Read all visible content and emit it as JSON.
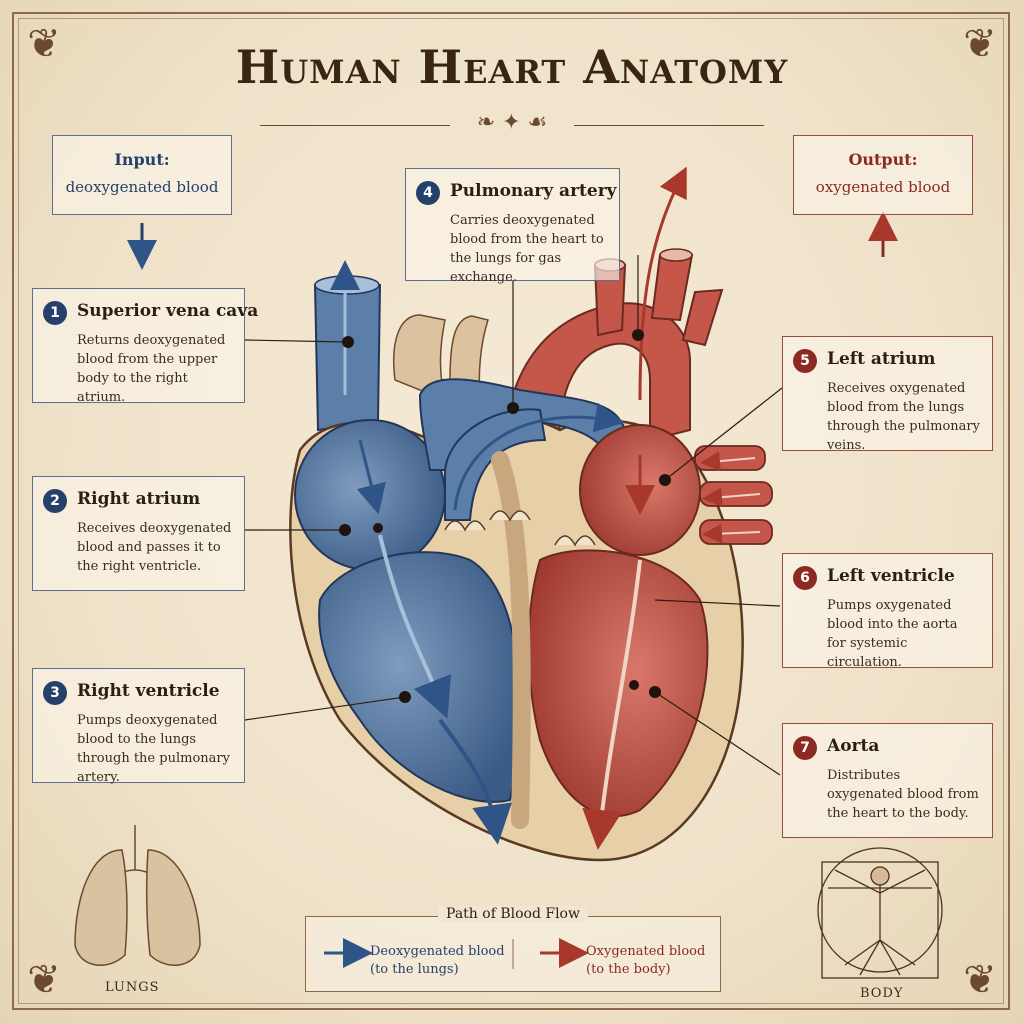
{
  "title": "Human Heart Anatomy",
  "input": {
    "heading": "Input:",
    "sub": "deoxygenated blood"
  },
  "output": {
    "heading": "Output:",
    "sub": "oxygenated blood"
  },
  "parts": [
    {
      "num": "1",
      "heading": "Superior vena cava",
      "desc": "Returns deoxygenated blood from the upper body to the right atrium.",
      "color": "#24406b"
    },
    {
      "num": "2",
      "heading": "Right atrium",
      "desc": "Receives deoxygenated blood and passes it to the right ventricle.",
      "color": "#24406b"
    },
    {
      "num": "3",
      "heading": "Right ventricle",
      "desc": "Pumps deoxygenated blood to the lungs through the pulmonary artery.",
      "color": "#24406b"
    },
    {
      "num": "4",
      "heading": "Pulmonary artery",
      "desc": "Carries deoxygenated blood from the heart to the lungs for gas exchange.",
      "color": "#24406b"
    },
    {
      "num": "5",
      "heading": "Left atrium",
      "desc": "Receives oxygenated blood from the lungs through the pulmonary veins.",
      "color": "#8c2a22"
    },
    {
      "num": "6",
      "heading": "Left ventricle",
      "desc": "Pumps oxygenated blood into the aorta for systemic circulation.",
      "color": "#8c2a22"
    },
    {
      "num": "7",
      "heading": "Aorta",
      "desc": "Distributes oxygenated blood from the heart to the body.",
      "color": "#8c2a22"
    }
  ],
  "lungs_label": "LUNGS",
  "body_label": "BODY",
  "legend": {
    "title": "Path of Blood Flow",
    "deox_line1": "Deoxygenated blood",
    "deox_line2": "(to the lungs)",
    "ox_line1": "Oxygenated blood",
    "ox_line2": "(to the body)"
  },
  "colors": {
    "blue": "#2f5588",
    "red": "#a8382c",
    "ink": "#3a2414",
    "paper": "#efe3cc"
  }
}
